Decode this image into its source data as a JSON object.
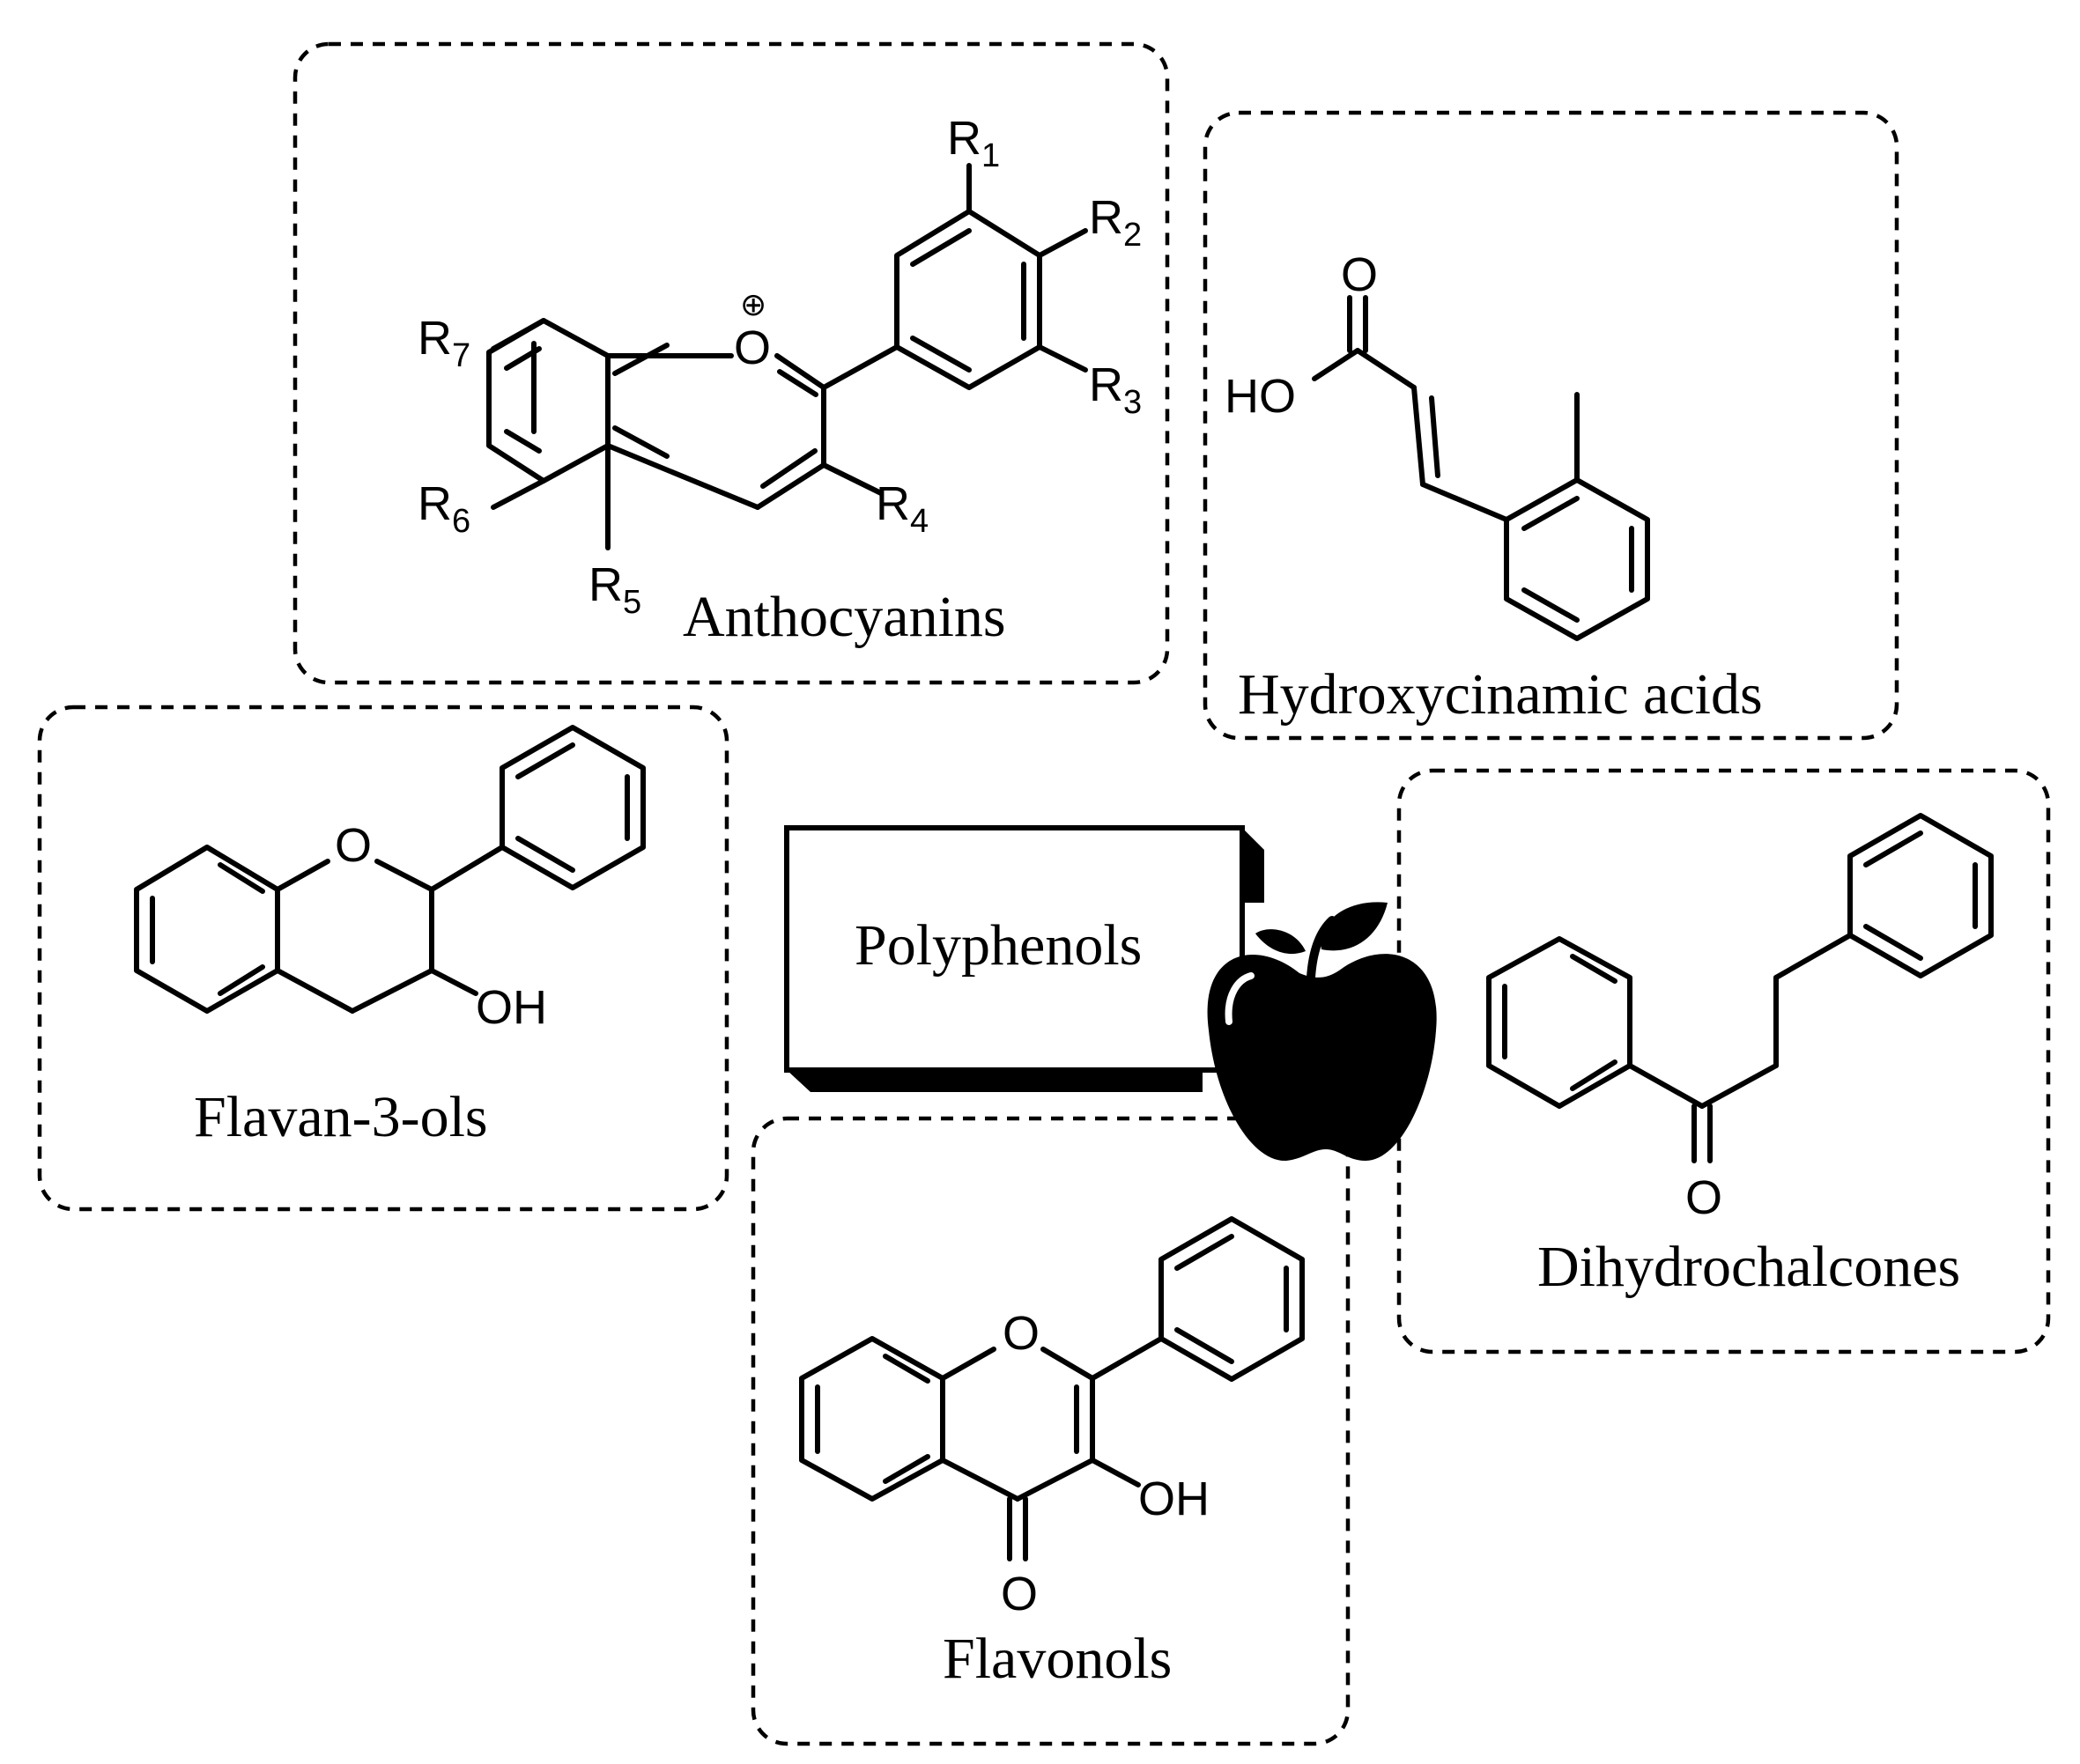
{
  "center_label": "Polyphenols",
  "center_icon": "apple-icon",
  "groups": {
    "anthocyanins": {
      "name": "Anthocyanins",
      "oxonium": "O",
      "charge": "⊕",
      "substituents": [
        "R",
        "R",
        "R",
        "R",
        "R",
        "R",
        "R"
      ],
      "subscripts": [
        "1",
        "2",
        "3",
        "4",
        "5",
        "6",
        "7"
      ]
    },
    "hydroxycinnamic": {
      "name": "Hydroxycinamic acids",
      "carbonyl_o": "O",
      "hydroxyl": "HO"
    },
    "flavan3ols": {
      "name": "Flavan-3-ols",
      "ring_o": "O",
      "hydroxyl": "OH"
    },
    "dihydrochalcones": {
      "name": "Dihydrochalcones",
      "carbonyl_o": "O"
    },
    "flavonols": {
      "name": "Flavonols",
      "ring_o": "O",
      "hydroxyl": "OH",
      "carbonyl_o": "O"
    }
  }
}
